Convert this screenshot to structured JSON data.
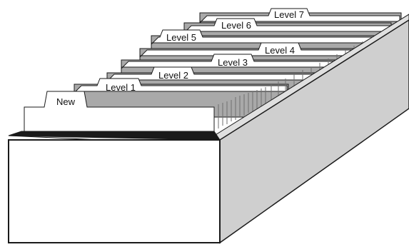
{
  "tabs": [
    {
      "label": "New"
    },
    {
      "label": "Level 1"
    },
    {
      "label": "Level 2"
    },
    {
      "label": "Level 3"
    },
    {
      "label": "Level 4"
    },
    {
      "label": "Level 5"
    },
    {
      "label": "Level 6"
    },
    {
      "label": "Level 7"
    }
  ],
  "colors": {
    "outline": "#1a1a1a",
    "box_front": "#ffffff",
    "box_side": "#cfcfcf",
    "card_stack": "#a9a9a9",
    "divider_card": "#ffffff"
  }
}
